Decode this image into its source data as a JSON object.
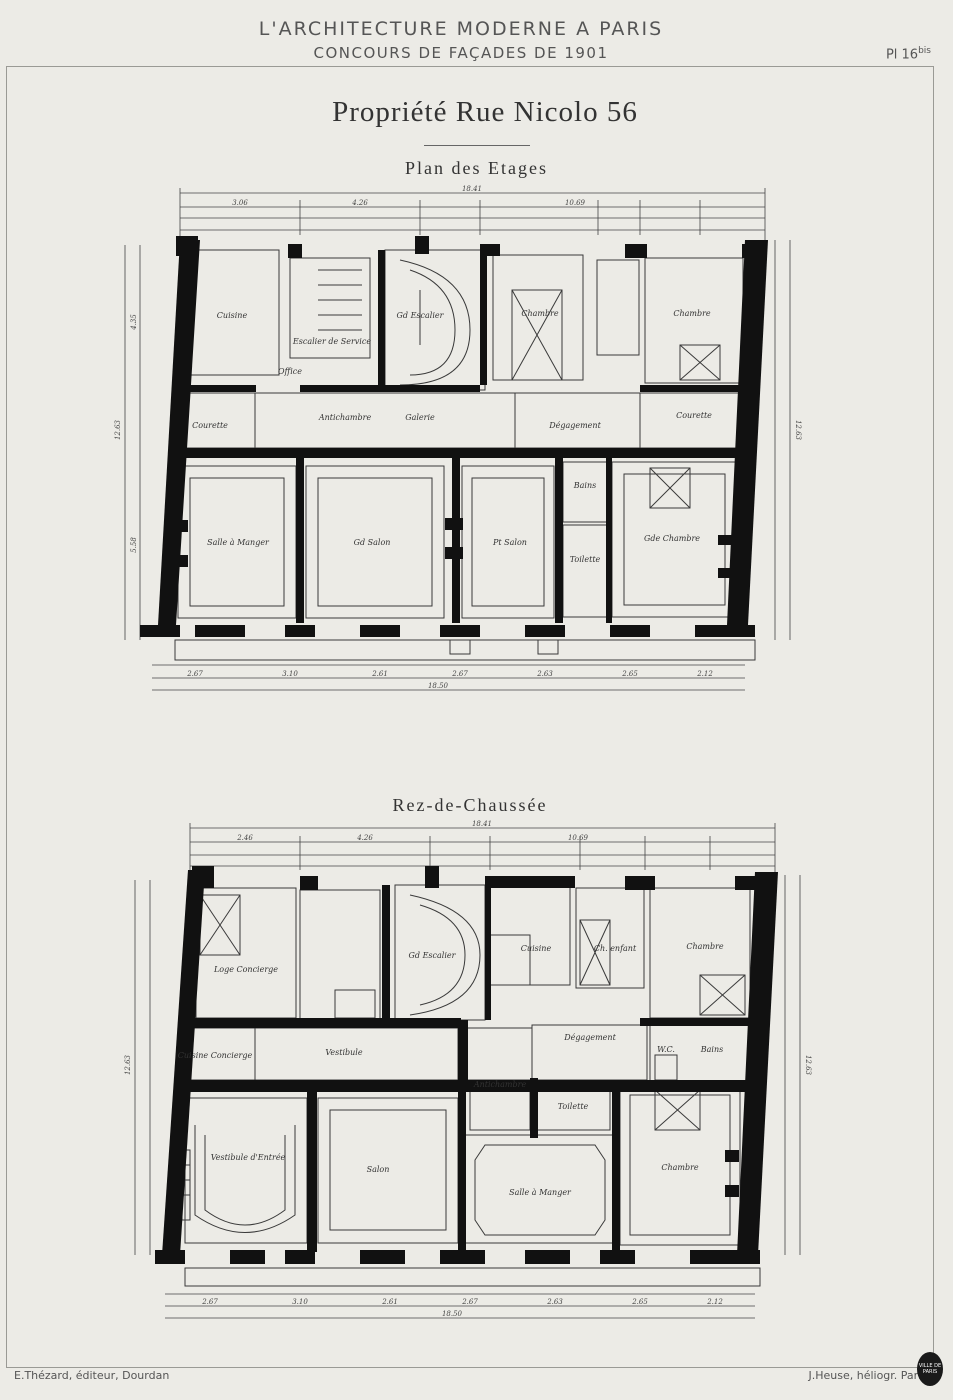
{
  "header": {
    "line1": "L'ARCHITECTURE MODERNE A PARIS",
    "line2": "CONCOURS DE FAÇADES DE 1901",
    "plate": "Pl 16",
    "plate_sup": "bis"
  },
  "title": "Propriété Rue Nicolo 56",
  "upper_plan": {
    "heading": "Plan des Etages",
    "rooms": {
      "cuisine": "Cuisine",
      "escalier_service": "Escalier de Service",
      "office": "Office",
      "grand_escalier": "Gd Escalier",
      "chambre_1": "Chambre",
      "chambre_2": "Chambre",
      "antichambre": "Antichambre",
      "galerie": "Galerie",
      "courette_1": "Courette",
      "courette_2": "Courette",
      "degagement": "Dégagement",
      "salle_a_manger": "Salle à Manger",
      "grand_salon": "Gd Salon",
      "petit_salon": "Pt Salon",
      "bains": "Bains",
      "toilette": "Toilette",
      "grande_chambre": "Gde Chambre"
    },
    "dims": {
      "overall_top": "18.41",
      "overall_bottom": "18.50",
      "top_1": "3.06",
      "top_2": "4.26",
      "top_3": "10.69",
      "bot_1": "2.67",
      "bot_2": "3.10",
      "bot_3": "2.61",
      "bot_4": "2.67",
      "bot_5": "2.63",
      "bot_6": "2.65",
      "bot_7": "2.12",
      "left_height": "12.63",
      "right_height": "12.63",
      "depth_front": "5.58",
      "depth_back": "4.35"
    }
  },
  "ground_plan": {
    "heading": "Rez-de-Chaussée",
    "rooms": {
      "loge_concierge": "Loge Concierge",
      "grand_escalier": "Gd Escalier",
      "cuisine": "Cuisine",
      "chambre_enfant": "Ch. enfant",
      "chambre_1": "Chambre",
      "cuisine_concierge": "Cuisine Concierge",
      "vestibule": "Vestibule",
      "degagement": "Dégagement",
      "wc": "W.C.",
      "bains": "Bains",
      "antichambre": "Antichambre",
      "toilette": "Toilette",
      "vestibule_entree": "Vestibule d'Entrée",
      "salon": "Salon",
      "salle_a_manger": "Salle à Manger",
      "chambre_2": "Chambre"
    },
    "dims": {
      "overall_top": "18.41",
      "overall_bottom": "18.50",
      "top_1": "2.46",
      "top_2": "4.26",
      "top_3": "10.69",
      "bot_1": "2.67",
      "bot_2": "3.10",
      "bot_3": "2.61",
      "bot_4": "2.67",
      "bot_5": "2.63",
      "bot_6": "2.65",
      "bot_7": "2.12",
      "left_height": "12.63",
      "right_height": "12.63"
    }
  },
  "footer": {
    "publisher": "E.Thézard, éditeur, Dourdan",
    "printer": "J.Heuse, héliogr. Paris",
    "stamp": "VILLE DE PARIS"
  }
}
